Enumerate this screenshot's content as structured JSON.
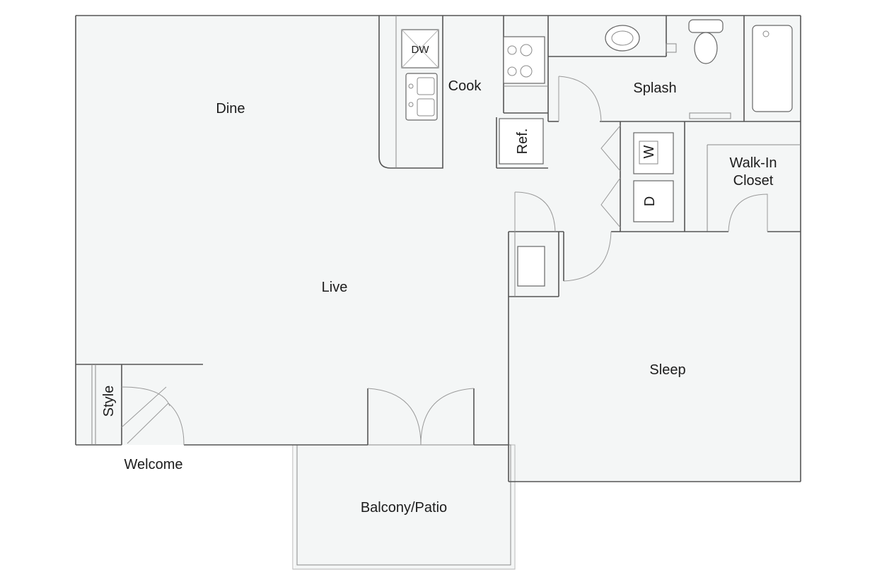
{
  "rooms": {
    "dine": "Dine",
    "cook": "Cook",
    "splash": "Splash",
    "live": "Live",
    "sleep": "Sleep",
    "walk_in_closet_line1": "Walk-In",
    "walk_in_closet_line2": "Closet",
    "style": "Style",
    "welcome": "Welcome",
    "balcony": "Balcony/Patio"
  },
  "appliances": {
    "dishwasher": "DW",
    "refrigerator": "Ref.",
    "washer": "W",
    "dryer": "D"
  }
}
